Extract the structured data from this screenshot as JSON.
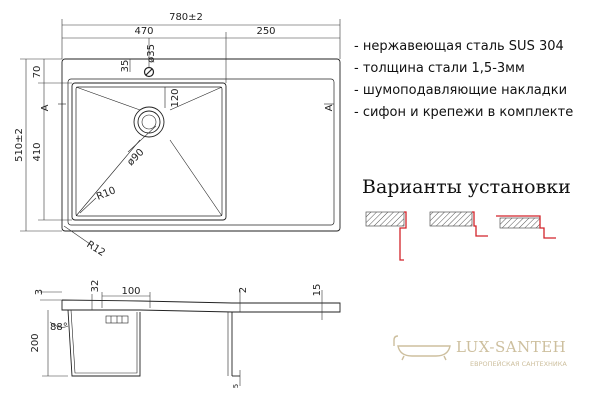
{
  "dimensions": {
    "overall_width": "780±2",
    "bowl_width": "470",
    "drainboard_width": "250",
    "drain_dia": "ø35",
    "tap_offset": "35",
    "top_margin": "70",
    "overall_depth": "510±2",
    "bowl_depth": "410",
    "drain_offset": "120",
    "outlet_dia": "ø90",
    "inner_radius": "R10",
    "outer_radius": "R12",
    "section_mark_left": "A",
    "section_mark_right": "A",
    "rim_thickness": "3",
    "angle": "88°",
    "edge_offset": "32",
    "overflow_spacing": "100",
    "slope": "2",
    "drainboard_height": "15",
    "bowl_height": "200",
    "bottom_gap": "5"
  },
  "features": [
    "- нержавеющая сталь SUS 304",
    "- толщина стали 1,5-3мм",
    "- шумоподавляющие накладки",
    "- сифон и крепежи в комплекте"
  ],
  "variants_title": "Варианты установки",
  "brand": {
    "name": "LUX-SANTEH",
    "tagline": "ЕВРОПЕЙСКАЯ САНТЕХНИКА"
  },
  "colors": {
    "line": "#222222",
    "install_red": "#d2232a",
    "brand": "#cdbf9e"
  }
}
